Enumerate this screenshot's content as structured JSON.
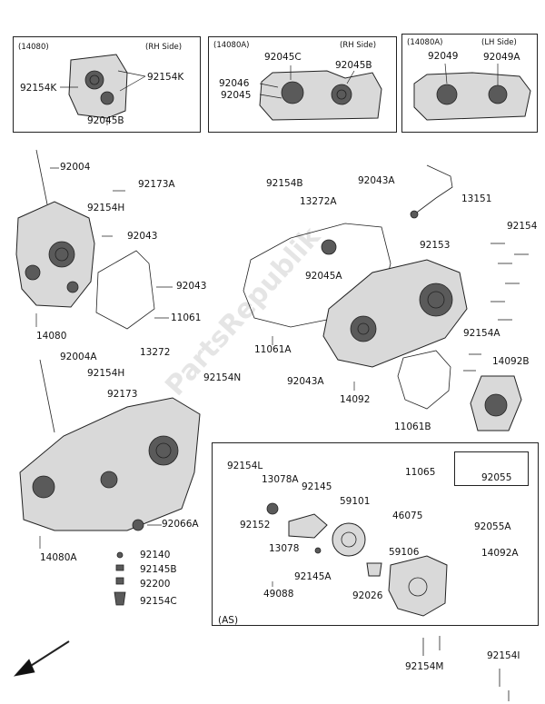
{
  "insets": {
    "rh1": {
      "code": "(14080)",
      "side": "(RH Side)",
      "labels": [
        "92154K",
        "92154K",
        "92045B"
      ]
    },
    "rh2": {
      "code": "(14080A)",
      "side": "(RH Side)",
      "labels": [
        "92045C",
        "92045B",
        "92046",
        "92045"
      ]
    },
    "lh": {
      "code": "(14080A)",
      "side": "(LH Side)",
      "labels": [
        "92049",
        "92049A"
      ]
    }
  },
  "parts": {
    "p92004": "92004",
    "p92173A": "92173A",
    "p92154H": "92154H",
    "p92043a": "92043",
    "p92043b": "92043",
    "p11061": "11061",
    "p14080": "14080",
    "p13272": "13272",
    "p92004A": "92004A",
    "p92154H2": "92154H",
    "p92173": "92173",
    "p92154N": "92154N",
    "p92154B": "92154B",
    "p13272A": "13272A",
    "p92043A": "92043A",
    "p13151": "13151",
    "p92153": "92153",
    "p92154": "92154",
    "p92045A": "92045A",
    "p11061A": "11061A",
    "p92043A2": "92043A",
    "p14092": "14092",
    "p92154A": "92154A",
    "p14092B": "14092B",
    "p11061B": "11061B",
    "p92066A": "92066A",
    "p14080A": "14080A",
    "p92140": "92140",
    "p92145B": "92145B",
    "p92200": "92200",
    "p92154C": "92154C",
    "p92154L": "92154L",
    "p13078A": "13078A",
    "p92145": "92145",
    "p59101": "59101",
    "p92152": "92152",
    "p13078": "13078",
    "p92145A": "92145A",
    "p92026": "92026",
    "p59106": "59106",
    "p14092A": "14092A",
    "p11065": "11065",
    "p92055": "92055",
    "p46075": "46075",
    "p92055A": "92055A",
    "p49088": "49088",
    "as": "(AS)",
    "p92154M": "92154M",
    "p92154I": "92154I"
  },
  "watermark": "PartsRepublik"
}
